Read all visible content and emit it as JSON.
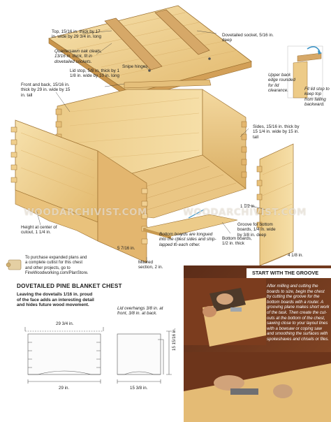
{
  "watermark": {
    "text": "WOODARCHIVIST.COM"
  },
  "callouts": {
    "top": "Top, 15/16 in. thick by 17 in. wide by 29 3/4 in. long",
    "cleats": "Quartersawn oak cleats, 13/16 in. thick, fit in dovetailed sockets.",
    "dovetailed_socket": "Dovetailed socket, 5/16 in. deep",
    "snipe_hinges": "Snipe hinges",
    "lid_stop": "Lid stop, 5/8 in. thick by 1 1/8 in. wide by 10 in. long",
    "front_back": "Front and back, 15/16 in. thick by 29 in. wide by 15 in. tall",
    "upper_back_edge": "Upper back edge rounded for lid clearance.",
    "fit_lid_stop": "Fit lid stop to keep top from falling backward.",
    "sides": "Sides, 15/16 in. thick by 15 1/4 in. wide by 15 in. tall",
    "one_half": "1 1/2 in.",
    "groove": "Groove for bottom boards, 1/4 in. wide by 3/8 in. deep",
    "height_center": "Height at center of cutout, 1 1/4 in.",
    "bottom_boards_tongued": "Bottom boards are tongued into the chest sides and ship-lapped to each other.",
    "bottom_boards": "Bottom boards, 1/2 in. thick",
    "dim_5_7_16": "5 7/16 in.",
    "mitered": "Mitered section, 2 in.",
    "dim_4_1_8": "4 1/8 in.",
    "purchase": "To purchase expanded plans and a complete cutlist for this chest and other projects, go to FineWoodworking.com/PlanStore."
  },
  "section": {
    "title": "DOVETAILED PINE BLANKET CHEST",
    "leaving": "Leaving the dovetails 1/16 in. proud of the face adds an interesting detail and hides future wood movement.",
    "lid_overhangs": "Lid overhangs 3/8 in. at front, 3/8 in. at back.",
    "front_width_top": "29 3/4 in.",
    "front_width_bottom": "29 in.",
    "height": "15 15/16 in.",
    "side_width": "15 3/8 in."
  },
  "groove_box": {
    "heading": "START WITH THE GROOVE",
    "text": "After milling and cutting the boards to size, begin the chest by cutting the groove for the bottom boards with a router. A grooving plane makes short work of the task. Then create the cut-outs at the bottom of the chest, sawing close to your layout lines with a bowsaw or coping saw and smoothing the surfaces with spokeshaves and chisels or files."
  },
  "colors": {
    "wood_light": "#f3d79a",
    "wood_mid": "#e8c27a",
    "wood_dark": "#c99a50",
    "oak_cleat": "#d6a868",
    "photo_bg": "#7a3f22",
    "accent_blue": "#3a93c6"
  }
}
